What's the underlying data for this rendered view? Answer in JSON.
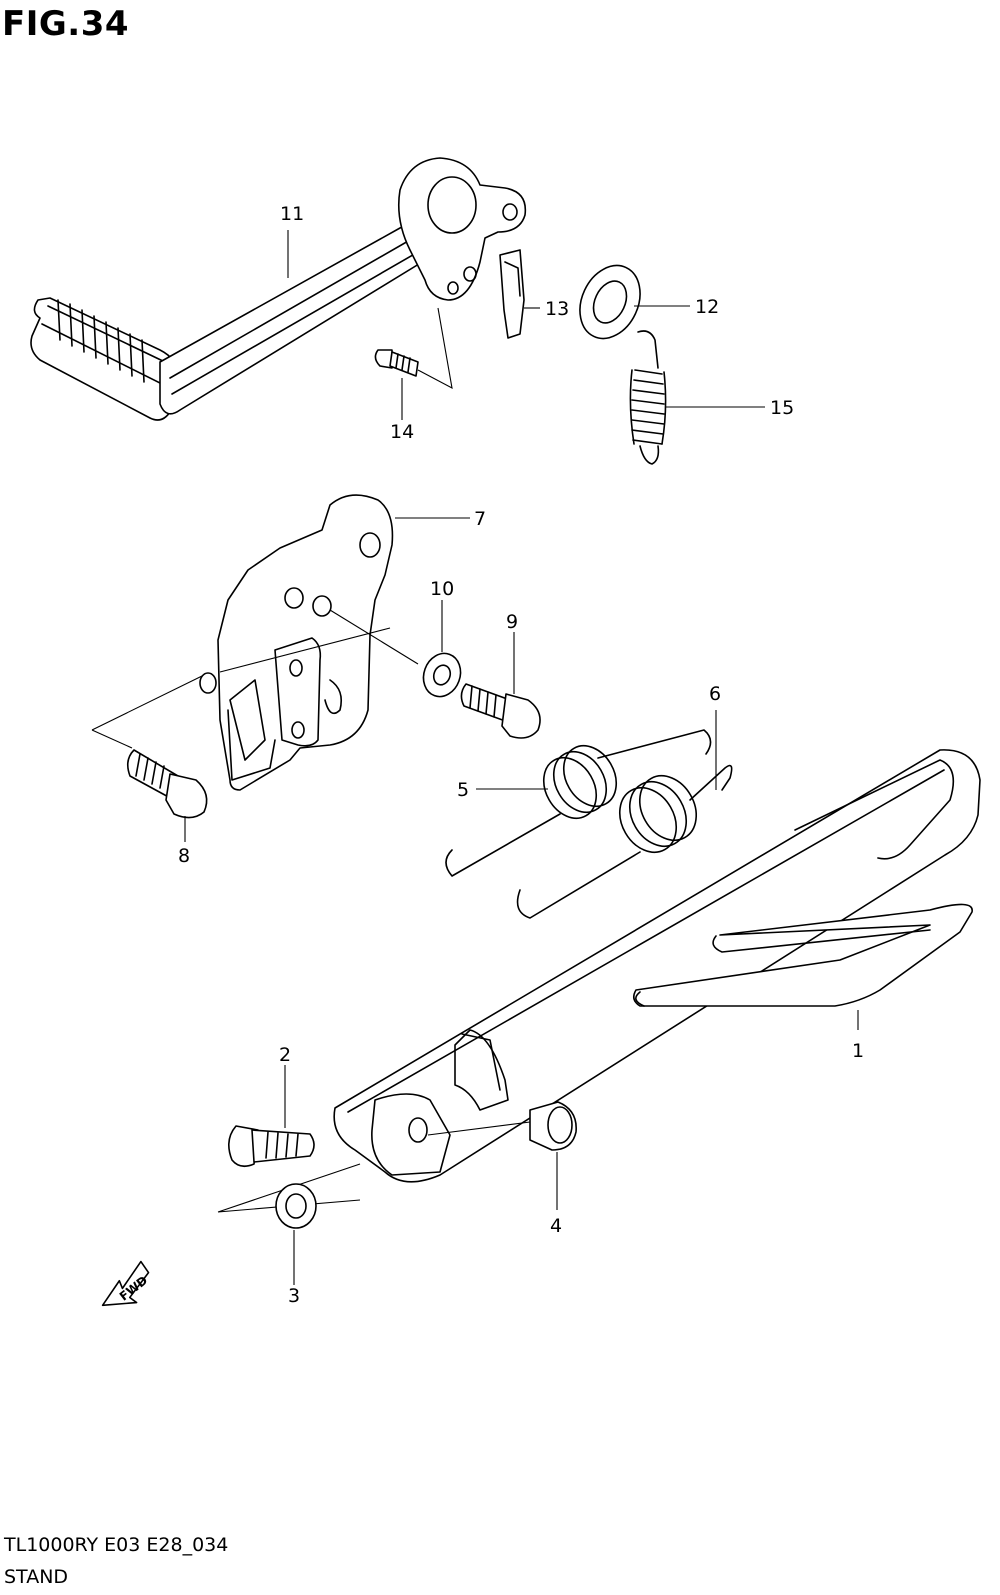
{
  "figure": {
    "title": "FIG.34"
  },
  "footer": {
    "model_code": "TL1000RY  E03  E28_034",
    "section_name": "STAND"
  },
  "fwd_arrow": {
    "label": "FWD"
  },
  "callouts": {
    "p1": "1",
    "p2": "2",
    "p3": "3",
    "p4": "4",
    "p5": "5",
    "p6": "6",
    "p7": "7",
    "p8": "8",
    "p9": "9",
    "p10": "10",
    "p11": "11",
    "p12": "12",
    "p13": "13",
    "p14": "14",
    "p15": "15"
  }
}
